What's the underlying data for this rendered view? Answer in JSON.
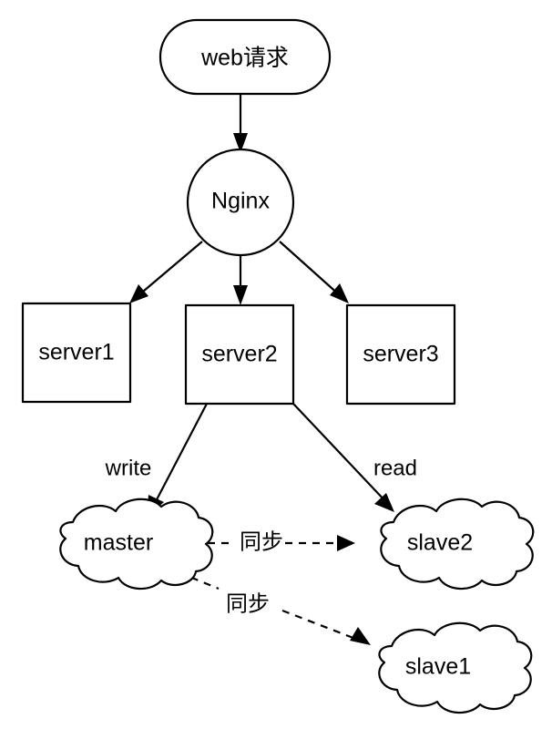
{
  "diagram": {
    "type": "flowchart",
    "background_color": "#ffffff",
    "stroke_color": "#000000",
    "fill_color": "#ffffff",
    "nodes": [
      {
        "id": "web-request",
        "label": "web请求",
        "shape": "rounded-rectangle"
      },
      {
        "id": "nginx",
        "label": "Nginx",
        "shape": "circle"
      },
      {
        "id": "server1",
        "label": "server1",
        "shape": "rectangle"
      },
      {
        "id": "server2",
        "label": "server2",
        "shape": "rectangle"
      },
      {
        "id": "server3",
        "label": "server3",
        "shape": "rectangle"
      },
      {
        "id": "master",
        "label": "master",
        "shape": "cloud"
      },
      {
        "id": "slave2",
        "label": "slave2",
        "shape": "cloud"
      },
      {
        "id": "slave1",
        "label": "slave1",
        "shape": "cloud"
      }
    ],
    "edges": [
      {
        "id": "web-to-nginx",
        "from": "web-request",
        "to": "nginx",
        "label": "",
        "style": "solid"
      },
      {
        "id": "nginx-to-server1",
        "from": "nginx",
        "to": "server1",
        "label": "",
        "style": "solid"
      },
      {
        "id": "nginx-to-server2",
        "from": "nginx",
        "to": "server2",
        "label": "",
        "style": "solid"
      },
      {
        "id": "nginx-to-server3",
        "from": "nginx",
        "to": "server3",
        "label": "",
        "style": "solid"
      },
      {
        "id": "server2-to-master",
        "from": "server2",
        "to": "master",
        "label": "write",
        "style": "solid"
      },
      {
        "id": "server2-to-slave2",
        "from": "server2",
        "to": "slave2",
        "label": "read",
        "style": "solid"
      },
      {
        "id": "master-to-slave2",
        "from": "master",
        "to": "slave2",
        "label": "同步",
        "style": "dashed"
      },
      {
        "id": "master-to-slave1",
        "from": "master",
        "to": "slave1",
        "label": "同步",
        "style": "dashed"
      }
    ],
    "labels": {
      "web_request": "web请求",
      "nginx": "Nginx",
      "server1": "server1",
      "server2": "server2",
      "server3": "server3",
      "master": "master",
      "slave2": "slave2",
      "slave1": "slave1",
      "write": "write",
      "read": "read",
      "sync_slave2": "同步",
      "sync_slave1": "同步"
    }
  }
}
